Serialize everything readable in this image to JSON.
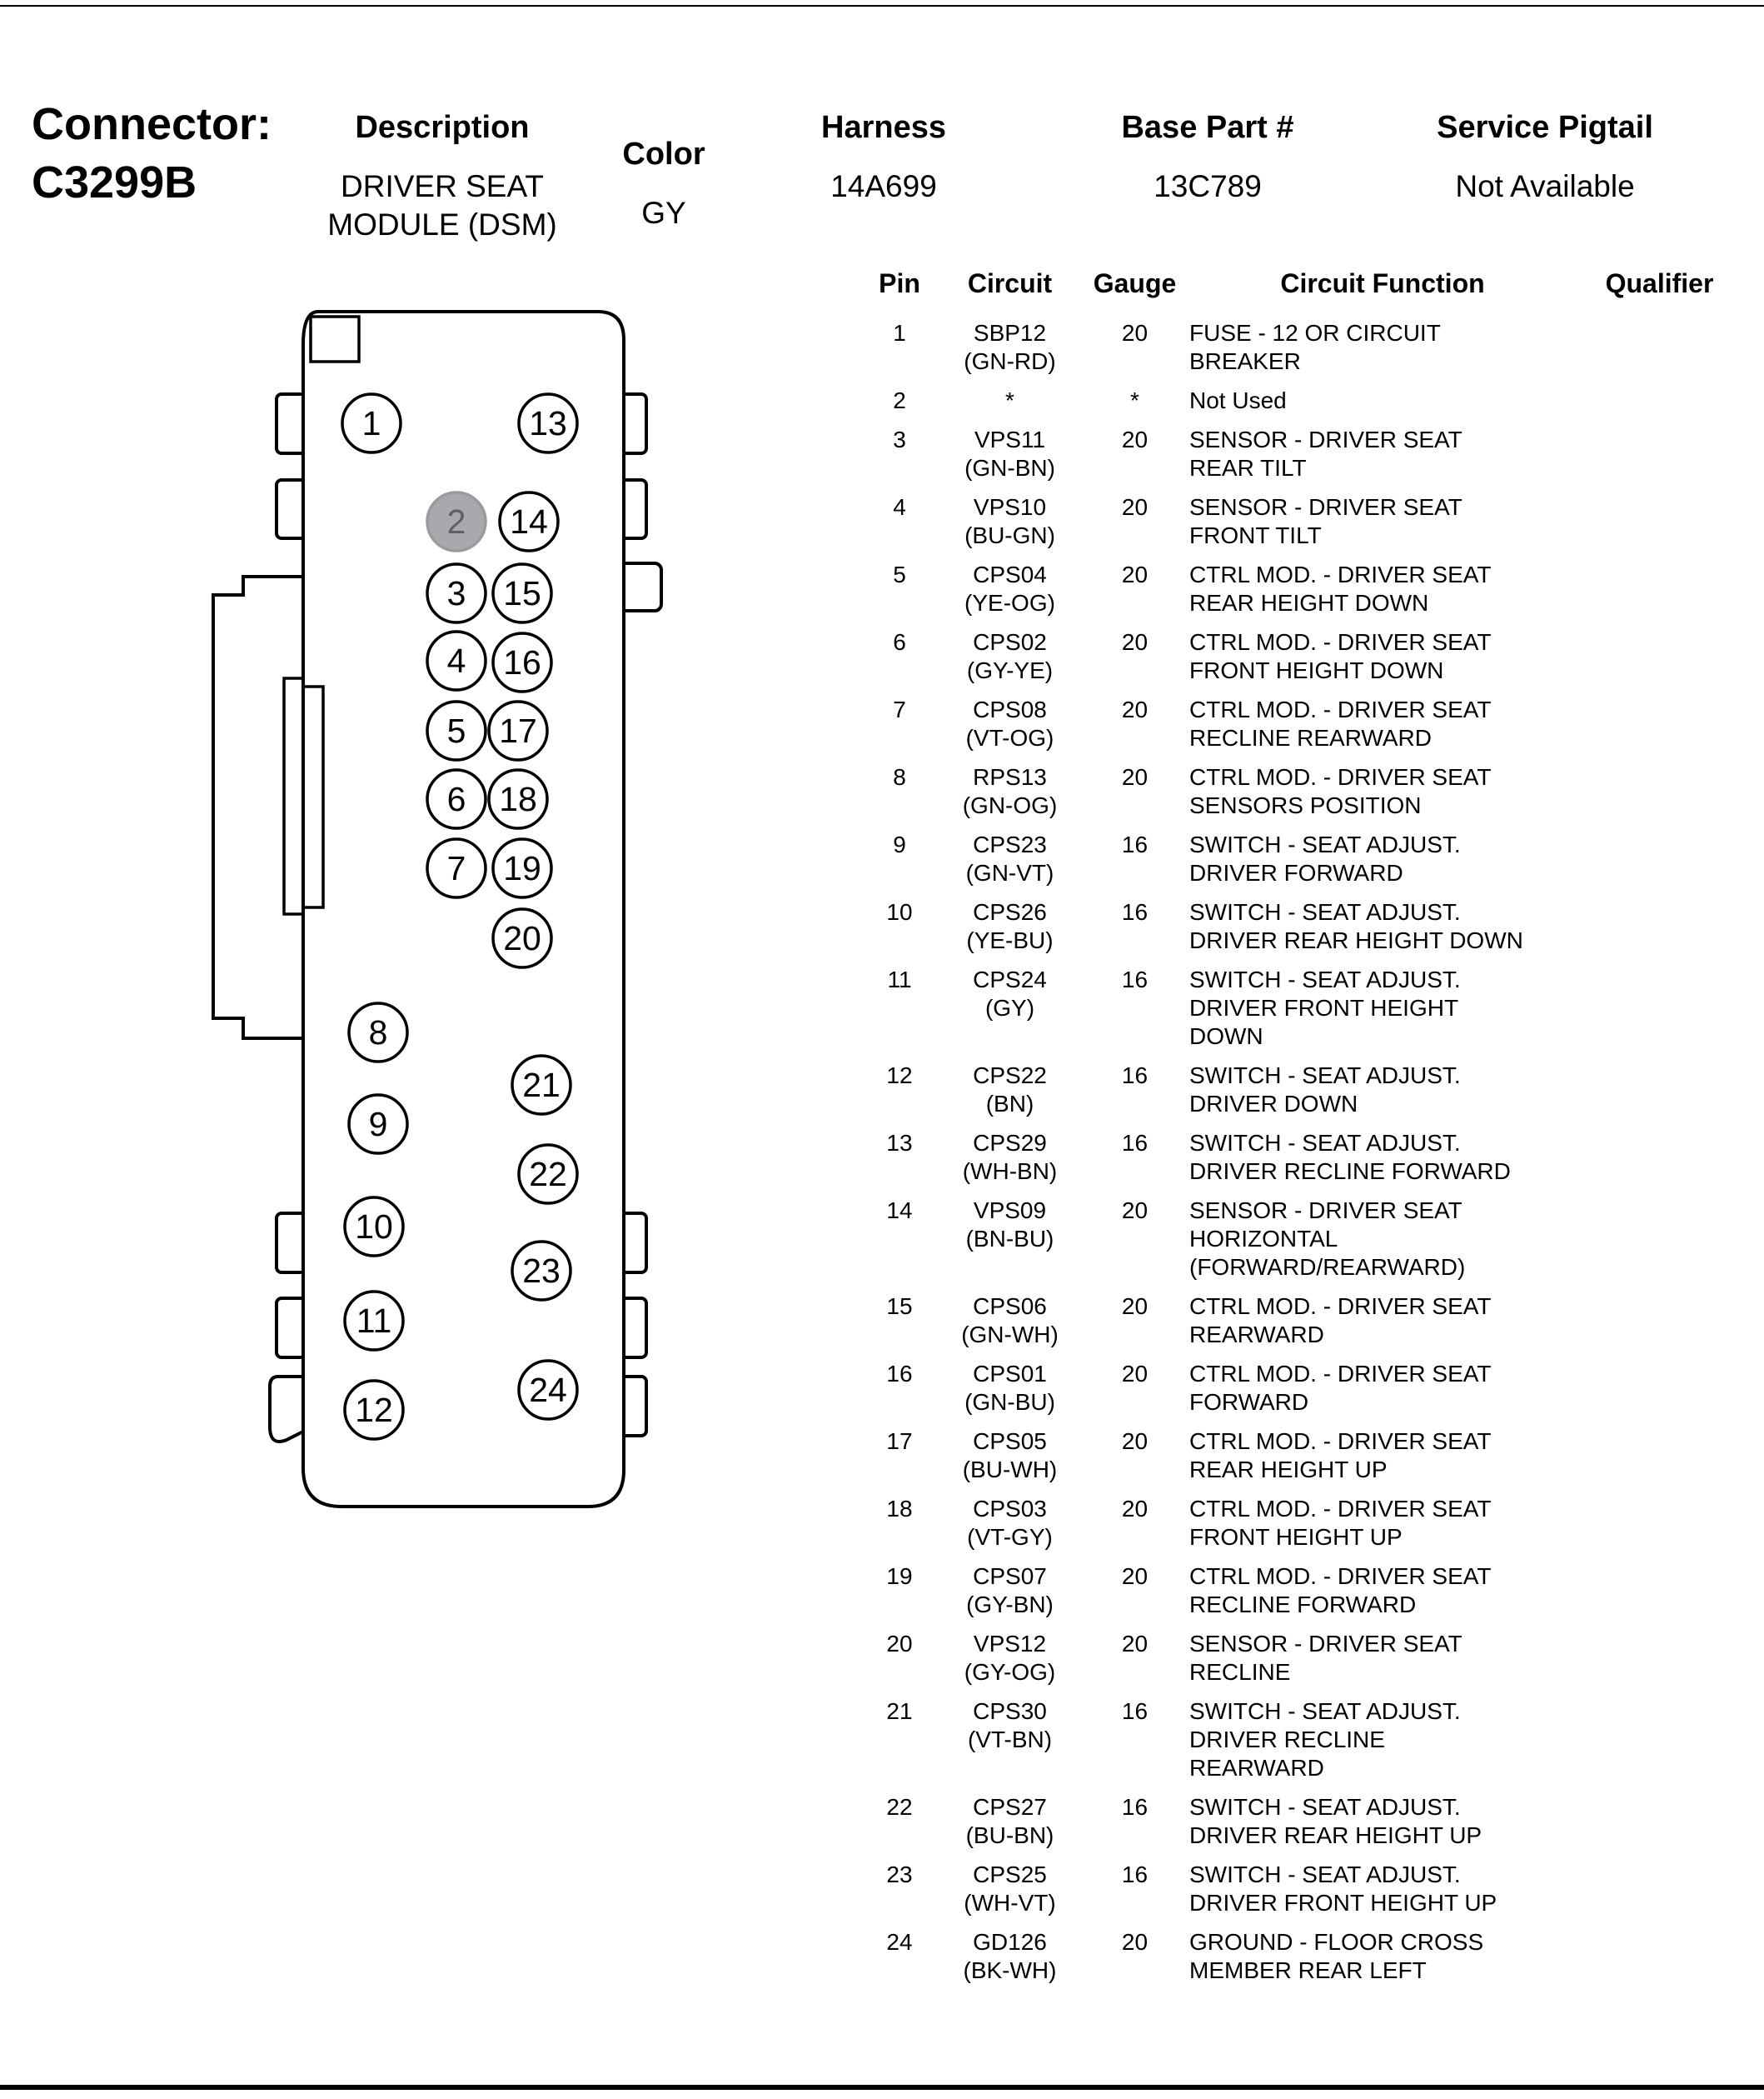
{
  "header": {
    "connector_label": "Connector:",
    "connector_id": "C3299B",
    "fields": [
      {
        "label": "Description",
        "value": "DRIVER SEAT\nMODULE (DSM)"
      },
      {
        "label": "Color",
        "value": "GY"
      },
      {
        "label": "Harness",
        "value": "14A699"
      },
      {
        "label": "Base Part #",
        "value": "13C789"
      },
      {
        "label": "Service Pigtail",
        "value": "Not Available"
      }
    ]
  },
  "table": {
    "headers": [
      "Pin",
      "Circuit",
      "Gauge",
      "Circuit Function",
      "Qualifier"
    ],
    "rows": [
      {
        "pin": "1",
        "circuit": "SBP12",
        "color": "(GN-RD)",
        "gauge": "20",
        "func": "FUSE - 12 OR CIRCUIT\nBREAKER",
        "qualifier": ""
      },
      {
        "pin": "2",
        "circuit": "*",
        "color": "",
        "gauge": "*",
        "func": "Not Used",
        "qualifier": ""
      },
      {
        "pin": "3",
        "circuit": "VPS11",
        "color": "(GN-BN)",
        "gauge": "20",
        "func": "SENSOR - DRIVER SEAT\nREAR TILT",
        "qualifier": ""
      },
      {
        "pin": "4",
        "circuit": "VPS10",
        "color": "(BU-GN)",
        "gauge": "20",
        "func": "SENSOR - DRIVER SEAT\nFRONT TILT",
        "qualifier": ""
      },
      {
        "pin": "5",
        "circuit": "CPS04",
        "color": "(YE-OG)",
        "gauge": "20",
        "func": "CTRL MOD. - DRIVER SEAT\nREAR HEIGHT DOWN",
        "qualifier": ""
      },
      {
        "pin": "6",
        "circuit": "CPS02",
        "color": "(GY-YE)",
        "gauge": "20",
        "func": "CTRL MOD. - DRIVER SEAT\nFRONT HEIGHT DOWN",
        "qualifier": ""
      },
      {
        "pin": "7",
        "circuit": "CPS08",
        "color": "(VT-OG)",
        "gauge": "20",
        "func": "CTRL MOD. - DRIVER SEAT\nRECLINE REARWARD",
        "qualifier": ""
      },
      {
        "pin": "8",
        "circuit": "RPS13",
        "color": "(GN-OG)",
        "gauge": "20",
        "func": "CTRL MOD. - DRIVER SEAT\nSENSORS POSITION",
        "qualifier": ""
      },
      {
        "pin": "9",
        "circuit": "CPS23",
        "color": "(GN-VT)",
        "gauge": "16",
        "func": "SWITCH - SEAT ADJUST.\nDRIVER FORWARD",
        "qualifier": ""
      },
      {
        "pin": "10",
        "circuit": "CPS26",
        "color": "(YE-BU)",
        "gauge": "16",
        "func": "SWITCH - SEAT ADJUST.\nDRIVER REAR HEIGHT DOWN",
        "qualifier": ""
      },
      {
        "pin": "11",
        "circuit": "CPS24",
        "color": "(GY)",
        "gauge": "16",
        "func": "SWITCH - SEAT ADJUST.\nDRIVER FRONT HEIGHT\nDOWN",
        "qualifier": ""
      },
      {
        "pin": "12",
        "circuit": "CPS22",
        "color": "(BN)",
        "gauge": "16",
        "func": "SWITCH - SEAT ADJUST.\nDRIVER DOWN",
        "qualifier": ""
      },
      {
        "pin": "13",
        "circuit": "CPS29",
        "color": "(WH-BN)",
        "gauge": "16",
        "func": "SWITCH - SEAT ADJUST.\nDRIVER RECLINE FORWARD",
        "qualifier": ""
      },
      {
        "pin": "14",
        "circuit": "VPS09",
        "color": "(BN-BU)",
        "gauge": "20",
        "func": "SENSOR - DRIVER SEAT\nHORIZONTAL\n(FORWARD/REARWARD)",
        "qualifier": ""
      },
      {
        "pin": "15",
        "circuit": "CPS06",
        "color": "(GN-WH)",
        "gauge": "20",
        "func": "CTRL MOD. - DRIVER SEAT\nREARWARD",
        "qualifier": ""
      },
      {
        "pin": "16",
        "circuit": "CPS01",
        "color": "(GN-BU)",
        "gauge": "20",
        "func": "CTRL MOD. - DRIVER SEAT\nFORWARD",
        "qualifier": ""
      },
      {
        "pin": "17",
        "circuit": "CPS05",
        "color": "(BU-WH)",
        "gauge": "20",
        "func": "CTRL MOD. - DRIVER SEAT\nREAR HEIGHT UP",
        "qualifier": ""
      },
      {
        "pin": "18",
        "circuit": "CPS03",
        "color": "(VT-GY)",
        "gauge": "20",
        "func": "CTRL MOD. - DRIVER SEAT\nFRONT HEIGHT UP",
        "qualifier": ""
      },
      {
        "pin": "19",
        "circuit": "CPS07",
        "color": "(GY-BN)",
        "gauge": "20",
        "func": "CTRL MOD. - DRIVER SEAT\nRECLINE FORWARD",
        "qualifier": ""
      },
      {
        "pin": "20",
        "circuit": "VPS12",
        "color": "(GY-OG)",
        "gauge": "20",
        "func": "SENSOR - DRIVER SEAT\nRECLINE",
        "qualifier": ""
      },
      {
        "pin": "21",
        "circuit": "CPS30",
        "color": "(VT-BN)",
        "gauge": "16",
        "func": "SWITCH - SEAT ADJUST.\nDRIVER RECLINE\nREARWARD",
        "qualifier": ""
      },
      {
        "pin": "22",
        "circuit": "CPS27",
        "color": "(BU-BN)",
        "gauge": "16",
        "func": "SWITCH - SEAT ADJUST.\nDRIVER REAR HEIGHT UP",
        "qualifier": ""
      },
      {
        "pin": "23",
        "circuit": "CPS25",
        "color": "(WH-VT)",
        "gauge": "16",
        "func": "SWITCH - SEAT ADJUST.\nDRIVER FRONT HEIGHT UP",
        "qualifier": ""
      },
      {
        "pin": "24",
        "circuit": "GD126",
        "color": "(BK-WH)",
        "gauge": "20",
        "func": "GROUND - FLOOR CROSS\nMEMBER REAR LEFT",
        "qualifier": ""
      }
    ]
  },
  "diagram": {
    "pins": [
      {
        "n": "1"
      },
      {
        "n": "13"
      },
      {
        "n": "2",
        "shaded": true
      },
      {
        "n": "14"
      },
      {
        "n": "3"
      },
      {
        "n": "15"
      },
      {
        "n": "4"
      },
      {
        "n": "16"
      },
      {
        "n": "5"
      },
      {
        "n": "17"
      },
      {
        "n": "6"
      },
      {
        "n": "18"
      },
      {
        "n": "7"
      },
      {
        "n": "19"
      },
      {
        "n": "20"
      },
      {
        "n": "8"
      },
      {
        "n": "21"
      },
      {
        "n": "9"
      },
      {
        "n": "22"
      },
      {
        "n": "10"
      },
      {
        "n": "23"
      },
      {
        "n": "11"
      },
      {
        "n": "24"
      },
      {
        "n": "12"
      }
    ]
  }
}
